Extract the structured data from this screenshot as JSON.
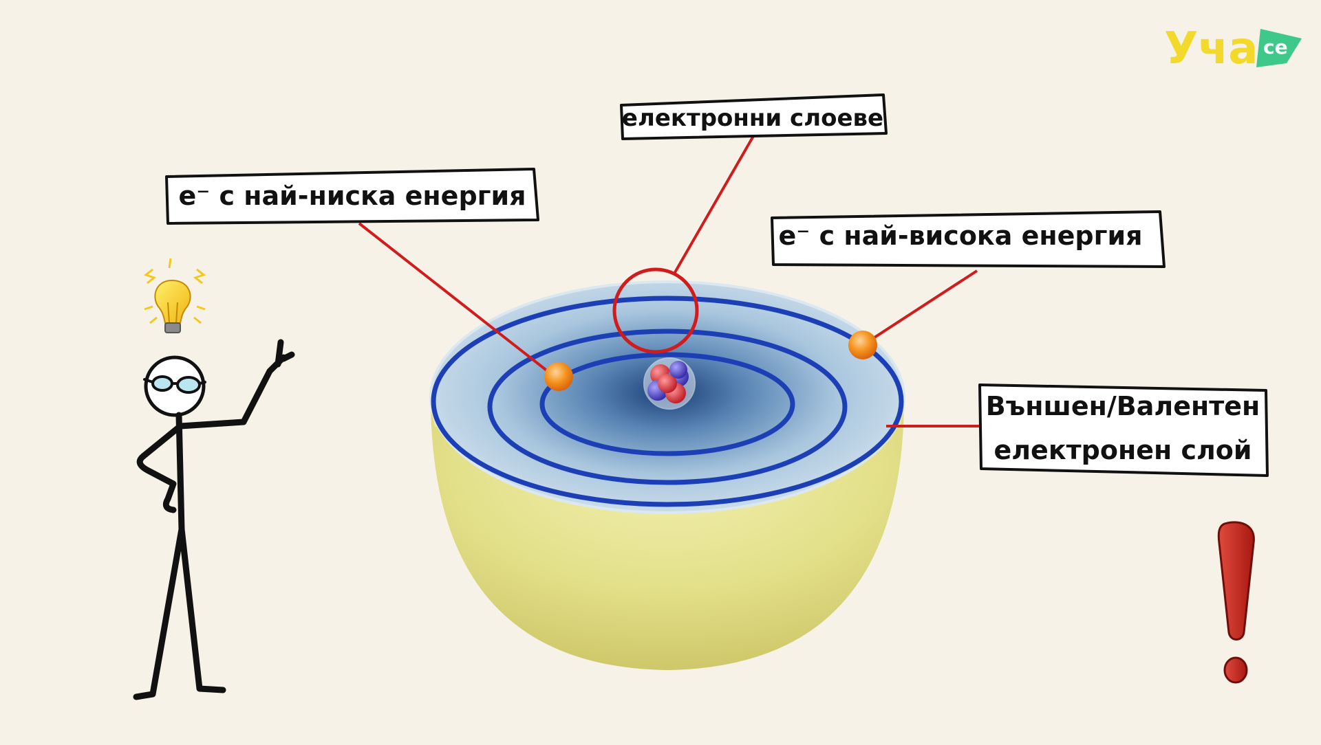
{
  "brand": {
    "logo_main": "Уча",
    "logo_suffix": "се",
    "logo_color": "#f2d92c",
    "badge_color": "#3ec98a"
  },
  "labels": {
    "electron_shells": "електронни слоеве",
    "lowest_energy": "e⁻ с най-ниска енергия",
    "highest_energy": "e⁻ с най-висока енергия",
    "outer_shell_line1": "Външен/Валентен",
    "outer_shell_line2": "електронен слой"
  },
  "colors": {
    "background": "#f7f2e8",
    "shell_ring": "#1d3fb6",
    "pointer_line": "#d01c1c",
    "electron": "#f5931e",
    "hemisphere": "#e2e08a",
    "exclamation": "#c4201c",
    "bulb": "#f7c81e"
  },
  "icons": [
    "lightbulb-icon",
    "exclamation-icon",
    "stick-figure-icon",
    "nucleus-icon"
  ]
}
